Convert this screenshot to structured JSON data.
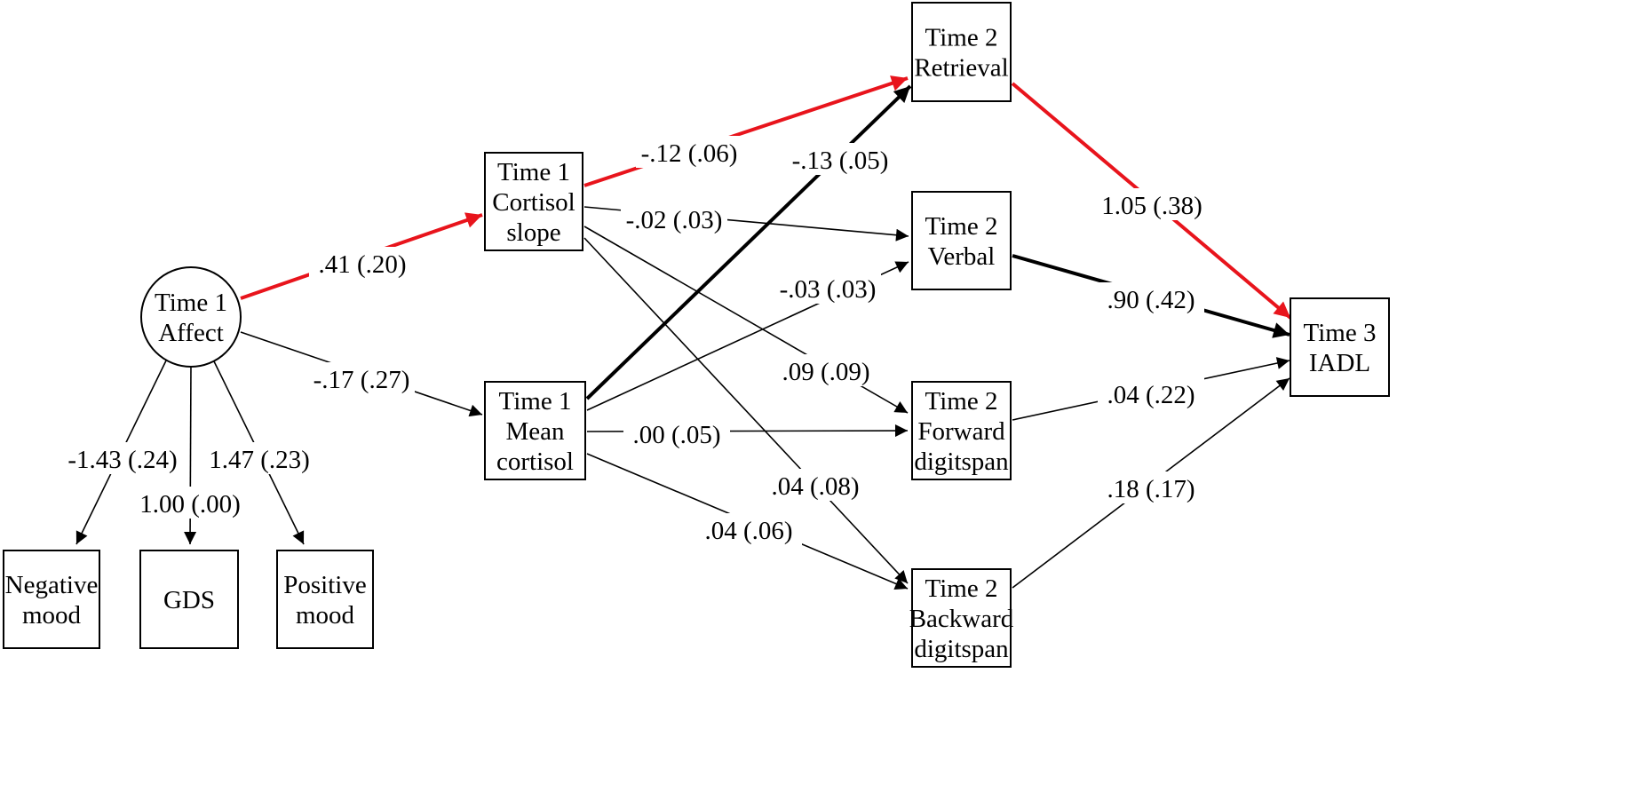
{
  "colors": {
    "highlight": "#e8141c",
    "default": "#000000",
    "background": "#ffffff"
  },
  "nodes": {
    "affect": {
      "shape": "circle",
      "lines": [
        "Time 1",
        "Affect"
      ]
    },
    "negative": {
      "shape": "box",
      "lines": [
        "Negative",
        "mood"
      ]
    },
    "gds": {
      "shape": "box",
      "lines": [
        "GDS"
      ]
    },
    "positive": {
      "shape": "box",
      "lines": [
        "Positive",
        "mood"
      ]
    },
    "slope": {
      "shape": "box",
      "lines": [
        "Time 1",
        "Cortisol",
        "slope"
      ]
    },
    "mean": {
      "shape": "box",
      "lines": [
        "Time 1",
        "Mean",
        "cortisol"
      ]
    },
    "retrieval": {
      "shape": "box",
      "lines": [
        "Time 2",
        "Retrieval"
      ]
    },
    "verbal": {
      "shape": "box",
      "lines": [
        "Time 2",
        "Verbal"
      ]
    },
    "forward": {
      "shape": "box",
      "lines": [
        "Time 2",
        "Forward",
        "digitspan"
      ]
    },
    "backward": {
      "shape": "box",
      "lines": [
        "Time 2",
        "Backward",
        "digitspan"
      ]
    },
    "iadl": {
      "shape": "box",
      "lines": [
        "Time 3",
        "IADL"
      ]
    }
  },
  "edges": [
    {
      "id": "affect-negative",
      "from": "affect",
      "to": "negative",
      "label": "-1.43 (.24)",
      "style": "thin"
    },
    {
      "id": "affect-gds",
      "from": "affect",
      "to": "gds",
      "label": "1.00 (.00)",
      "style": "thin"
    },
    {
      "id": "affect-positive",
      "from": "affect",
      "to": "positive",
      "label": "1.47 (.23)",
      "style": "thin"
    },
    {
      "id": "affect-slope",
      "from": "affect",
      "to": "slope",
      "label": ".41 (.20)",
      "style": "highlight"
    },
    {
      "id": "affect-mean",
      "from": "affect",
      "to": "mean",
      "label": "-.17 (.27)",
      "style": "thin"
    },
    {
      "id": "slope-retrieval",
      "from": "slope",
      "to": "retrieval",
      "label": "-.12 (.06)",
      "style": "highlight"
    },
    {
      "id": "slope-verbal",
      "from": "slope",
      "to": "verbal",
      "label": "-.02 (.03)",
      "style": "thin"
    },
    {
      "id": "slope-forward",
      "from": "slope",
      "to": "forward",
      "label": ".09 (.09)",
      "style": "thin"
    },
    {
      "id": "slope-backward",
      "from": "slope",
      "to": "backward",
      "label": ".04 (.08)",
      "style": "thin"
    },
    {
      "id": "mean-retrieval",
      "from": "mean",
      "to": "retrieval",
      "label": "-.13 (.05)",
      "style": "bold"
    },
    {
      "id": "mean-verbal",
      "from": "mean",
      "to": "verbal",
      "label": "-.03 (.03)",
      "style": "thin"
    },
    {
      "id": "mean-forward",
      "from": "mean",
      "to": "forward",
      "label": ".00 (.05)",
      "style": "thin"
    },
    {
      "id": "mean-backward",
      "from": "mean",
      "to": "backward",
      "label": ".04 (.06)",
      "style": "thin"
    },
    {
      "id": "retrieval-iadl",
      "from": "retrieval",
      "to": "iadl",
      "label": "1.05 (.38)",
      "style": "highlight"
    },
    {
      "id": "verbal-iadl",
      "from": "verbal",
      "to": "iadl",
      "label": ".90 (.42)",
      "style": "bold"
    },
    {
      "id": "forward-iadl",
      "from": "forward",
      "to": "iadl",
      "label": ".04 (.22)",
      "style": "thin"
    },
    {
      "id": "backward-iadl",
      "from": "backward",
      "to": "iadl",
      "label": ".18 (.17)",
      "style": "thin"
    }
  ]
}
